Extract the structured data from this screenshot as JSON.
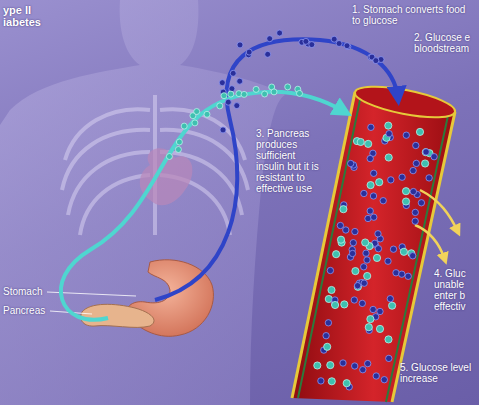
{
  "diagram": {
    "title": "ype II iabetes",
    "labels": [
      "1. Stomach converts food to glucose",
      "2. Glucose e bloodstream",
      "3. Pancreas produces sufficient insulin but it is resistant to effective use",
      "4. Gluc unable enter b effectiv",
      "5. Glucose level increase",
      "Stomach",
      "Pancreas"
    ]
  }
}
